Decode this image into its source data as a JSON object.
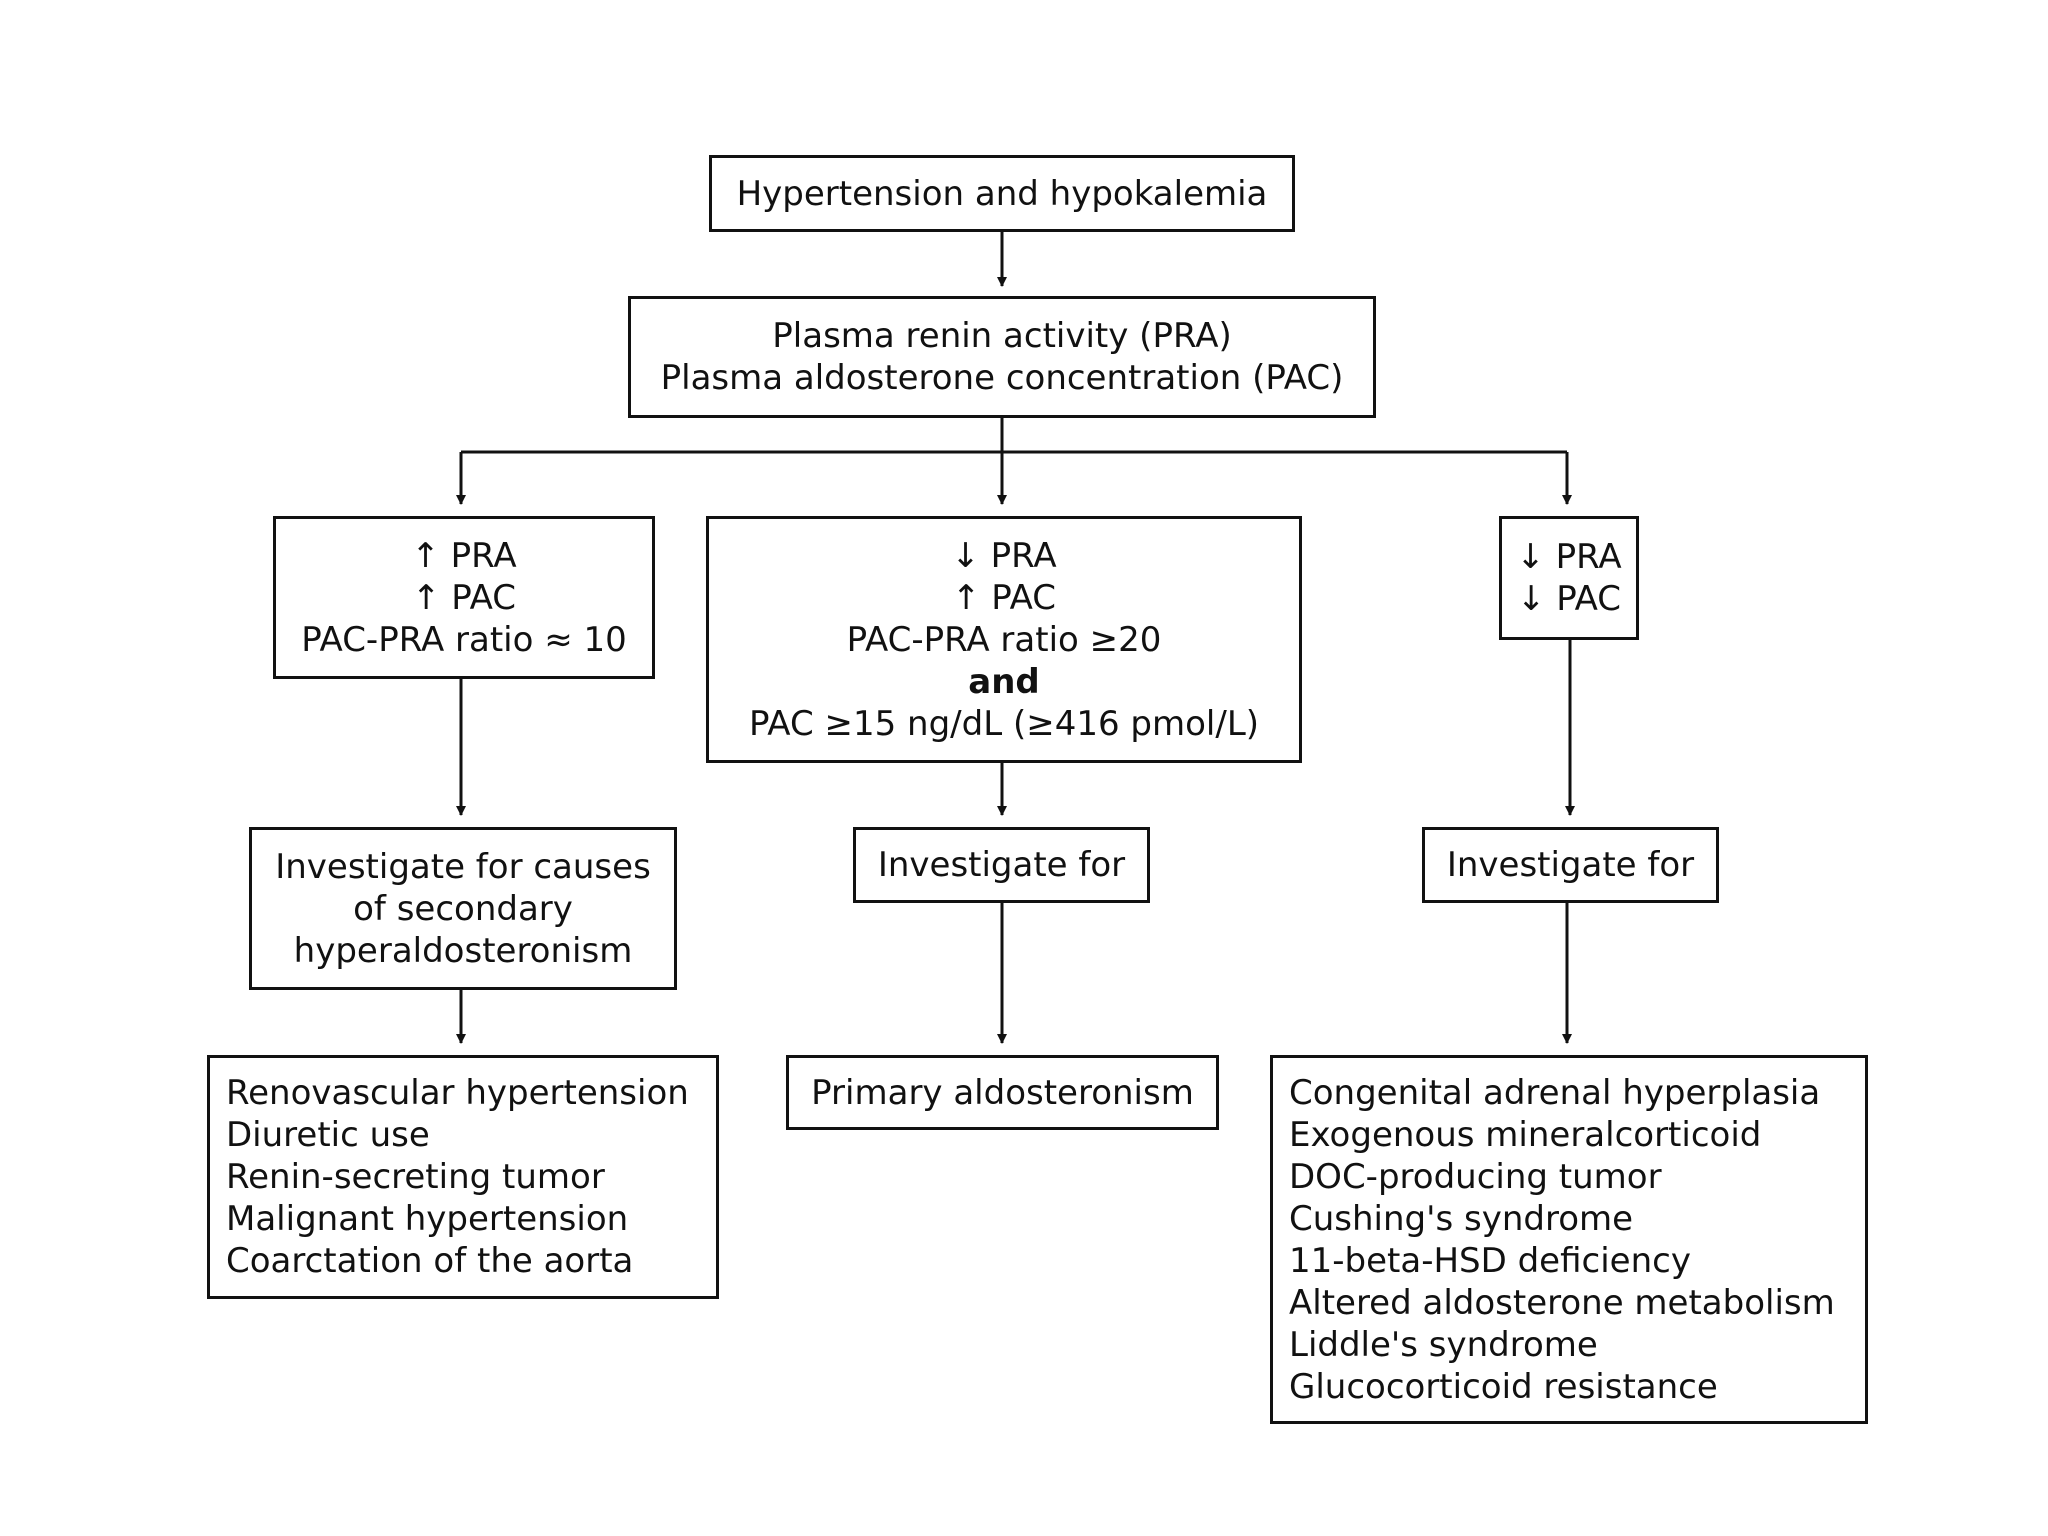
{
  "flowchart": {
    "start": {
      "lines": [
        "Hypertension and hypokalemia"
      ]
    },
    "tests": {
      "lines": [
        "Plasma renin activity (PRA)",
        "Plasma aldosterone concentration (PAC)"
      ]
    },
    "branch_high_renin": {
      "lines": [
        "↑ PRA",
        "↑ PAC",
        "PAC-PRA ratio ≈ 10"
      ]
    },
    "branch_low_renin_high_aldo": {
      "lines": [
        "↓ PRA",
        "↑ PAC",
        "PAC-PRA ratio ≥20",
        "and",
        "PAC ≥15 ng/dL (≥416 pmol/L)"
      ]
    },
    "branch_low_both": {
      "lines": [
        "↓ PRA",
        "↓ PAC"
      ]
    },
    "investigate_secondary": {
      "lines": [
        "Investigate for causes",
        "of secondary",
        "hyperaldosteronism"
      ]
    },
    "investigate_primary": {
      "lines": [
        "Investigate for"
      ]
    },
    "investigate_other": {
      "lines": [
        "Investigate for"
      ]
    },
    "causes_secondary": {
      "lines": [
        "Renovascular hypertension",
        "Diuretic use",
        "Renin-secreting tumor",
        "Malignant hypertension",
        "Coarctation of the aorta"
      ]
    },
    "result_primary": {
      "lines": [
        "Primary aldosteronism"
      ]
    },
    "causes_other": {
      "lines": [
        "Congenital adrenal hyperplasia",
        "Exogenous mineralcorticoid",
        "DOC-producing tumor",
        "Cushing's syndrome",
        "11-beta-HSD deficiency",
        "Altered aldosterone metabolism",
        "Liddle's syndrome",
        "Glucocorticoid resistance"
      ]
    }
  }
}
